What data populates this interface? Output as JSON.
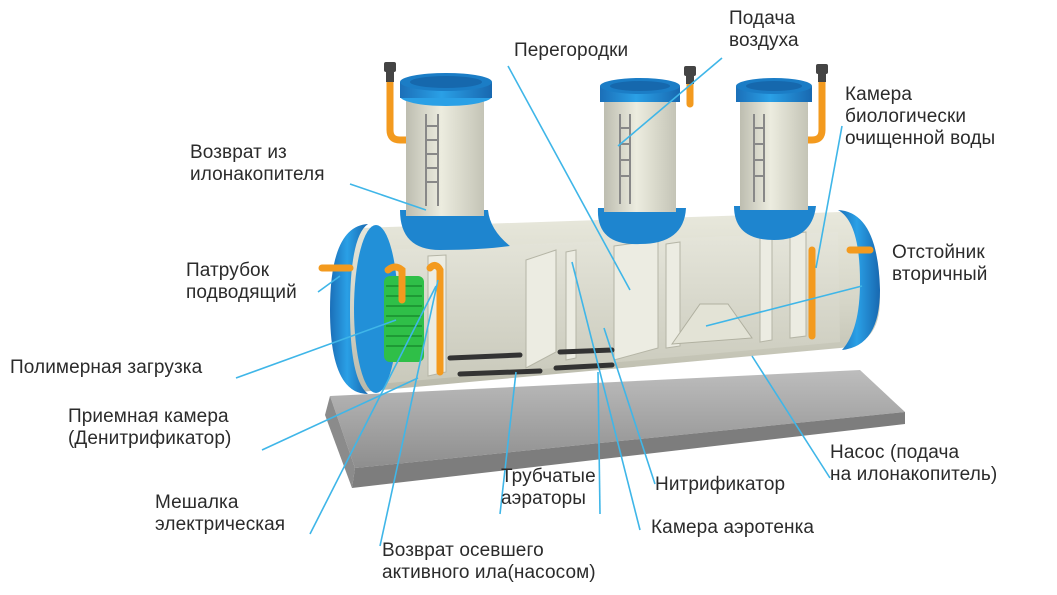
{
  "labels": {
    "podacha": "Подача\nвоздуха",
    "peregorodki": "Перегородки",
    "kamera_bio": "Камера\nбиологически\nочищенной воды",
    "vozvrat_ilo": "Возврат из\nилонакопителя",
    "otstoynik": "Отстойник\nвторичный",
    "patrubok": "Патрубок\nподводящий",
    "polimer": "Полимерная загрузка",
    "priemnaya": "Приемная камера\n(Денитрификатор)",
    "nasos": "Насос (подача\nна илонакопитель)",
    "mesh": "Мешалка\nэлектрическая",
    "trubchatye": "Трубчатые\nаэраторы",
    "nitrifikator": "Нитрификатор",
    "kamera_aero": "Камера аэротенка",
    "vozvrat_os": "Возврат осевшего\nактивного ила(насосом)"
  },
  "colors": {
    "leader_line": "#3fb6e8",
    "tank_blue": "#1f8fd6",
    "tank_body": "#dcdcce",
    "pipe_orange": "#f39a1e",
    "media_green": "#32c24a",
    "concrete": "#a9a9a9"
  }
}
